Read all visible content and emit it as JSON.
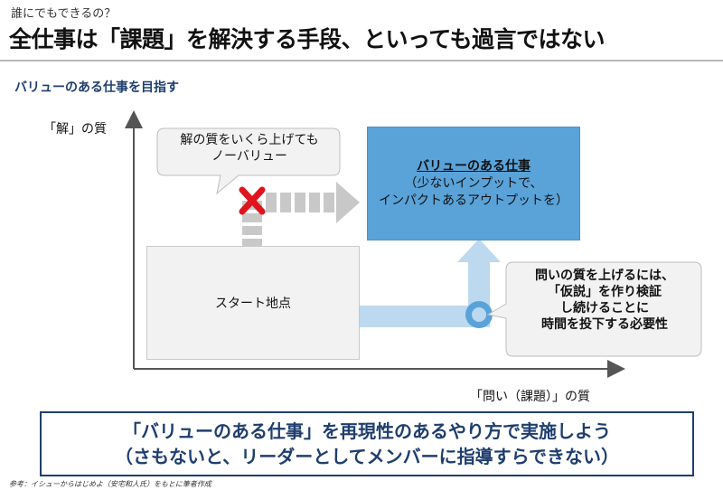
{
  "header": {
    "subtitle": "誰にでもできるの？",
    "title": "全仕事は「課題」を解決する手段、といっても過言ではない"
  },
  "section_title": "バリューのある仕事を目指す",
  "axes": {
    "y_label": "「解」の質",
    "x_label": "「問い（課題）」の質"
  },
  "boxes": {
    "start": "スタート地点",
    "value_title": "バリューのある仕事",
    "value_line2": "（少ないインプットで、",
    "value_line3": "インパクトあるアウトプットを）"
  },
  "callouts": {
    "answer_line1": "解の質をいくら上げても",
    "answer_line2": "ノーバリュー",
    "question_line1": "問いの質を上げるには、",
    "question_line2": "「仮説」を作り検証",
    "question_line3": "し続けることに",
    "question_line4": "時間を投下する必要性"
  },
  "conclusion": {
    "line1": "「バリューのある仕事」を再現性のあるやり方で実施しよう",
    "line2": "（さもないと、リーダーとしてメンバーに指導すらできない）"
  },
  "note": "参考：イシューからはじめよ（安宅和人氏）をもとに筆者作成",
  "colors": {
    "accent_blue": "#5aa3d9",
    "light_blue": "#bcd9ef",
    "navy": "#1f3e6e",
    "gray_arrow": "#c8c8c8",
    "red_x": "#e0141e"
  }
}
